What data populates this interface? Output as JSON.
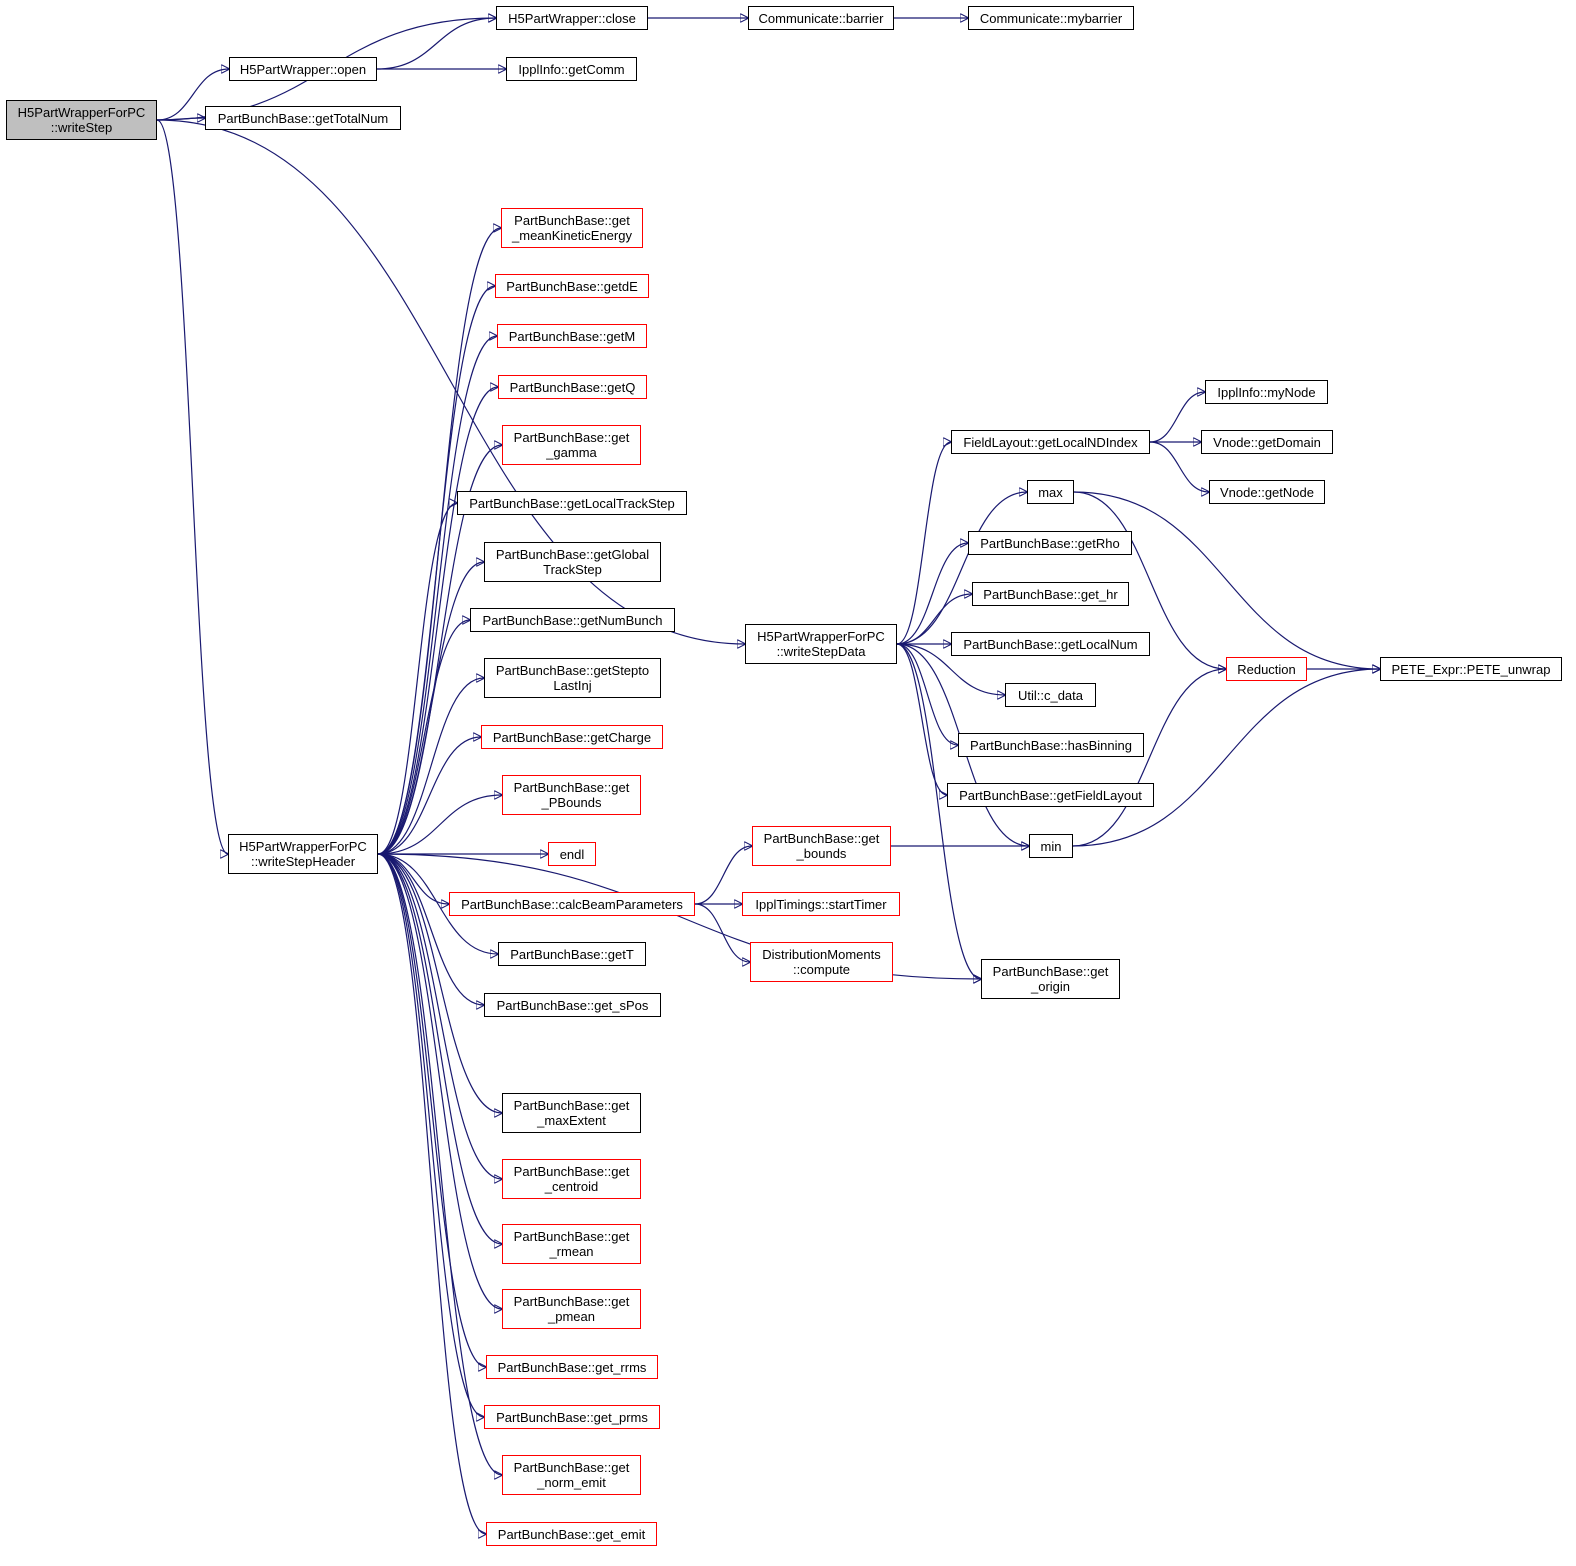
{
  "colors": {
    "edge": "#191970",
    "root_fill": "#bfbfbf",
    "node_border": "#000000",
    "incomplete_border": "#ff0000",
    "background": "#ffffff"
  },
  "nodes": {
    "root": {
      "lines": [
        "H5PartWrapperForPC",
        "::writeStep"
      ],
      "style": "root"
    },
    "h5_close": {
      "lines": [
        "H5PartWrapper::close"
      ],
      "style": "black"
    },
    "comm_barrier": {
      "lines": [
        "Communicate::barrier"
      ],
      "style": "black"
    },
    "comm_mybarrier": {
      "lines": [
        "Communicate::mybarrier"
      ],
      "style": "black"
    },
    "h5_open": {
      "lines": [
        "H5PartWrapper::open"
      ],
      "style": "black"
    },
    "ippl_getcomm": {
      "lines": [
        "IpplInfo::getComm"
      ],
      "style": "black"
    },
    "get_total_num": {
      "lines": [
        "PartBunchBase::getTotalNum"
      ],
      "style": "black"
    },
    "write_step_data": {
      "lines": [
        "H5PartWrapperForPC",
        "::writeStepData"
      ],
      "style": "black"
    },
    "write_step_header": {
      "lines": [
        "H5PartWrapperForPC",
        "::writeStepHeader"
      ],
      "style": "black"
    },
    "get_mke": {
      "lines": [
        "PartBunchBase::get",
        "_meanKineticEnergy"
      ],
      "style": "red"
    },
    "get_de": {
      "lines": [
        "PartBunchBase::getdE"
      ],
      "style": "red"
    },
    "get_m": {
      "lines": [
        "PartBunchBase::getM"
      ],
      "style": "red"
    },
    "get_q": {
      "lines": [
        "PartBunchBase::getQ"
      ],
      "style": "red"
    },
    "get_gamma": {
      "lines": [
        "PartBunchBase::get",
        "_gamma"
      ],
      "style": "red"
    },
    "get_local_track_step": {
      "lines": [
        "PartBunchBase::getLocalTrackStep"
      ],
      "style": "black"
    },
    "get_global_track_step": {
      "lines": [
        "PartBunchBase::getGlobal",
        "TrackStep"
      ],
      "style": "black"
    },
    "get_num_bunch": {
      "lines": [
        "PartBunchBase::getNumBunch"
      ],
      "style": "black"
    },
    "get_step_to_last_inj": {
      "lines": [
        "PartBunchBase::getStepto",
        "LastInj"
      ],
      "style": "black"
    },
    "get_charge": {
      "lines": [
        "PartBunchBase::getCharge"
      ],
      "style": "red"
    },
    "get_pbounds": {
      "lines": [
        "PartBunchBase::get",
        "_PBounds"
      ],
      "style": "red"
    },
    "endl": {
      "lines": [
        "endl"
      ],
      "style": "red"
    },
    "calc_beam_params": {
      "lines": [
        "PartBunchBase::calcBeamParameters"
      ],
      "style": "red"
    },
    "get_t": {
      "lines": [
        "PartBunchBase::getT"
      ],
      "style": "black"
    },
    "get_spos": {
      "lines": [
        "PartBunchBase::get_sPos"
      ],
      "style": "black"
    },
    "get_max_extent": {
      "lines": [
        "PartBunchBase::get",
        "_maxExtent"
      ],
      "style": "black"
    },
    "get_centroid": {
      "lines": [
        "PartBunchBase::get",
        "_centroid"
      ],
      "style": "red"
    },
    "get_rmean": {
      "lines": [
        "PartBunchBase::get",
        "_rmean"
      ],
      "style": "red"
    },
    "get_pmean": {
      "lines": [
        "PartBunchBase::get",
        "_pmean"
      ],
      "style": "red"
    },
    "get_rrms": {
      "lines": [
        "PartBunchBase::get_rrms"
      ],
      "style": "red"
    },
    "get_prms": {
      "lines": [
        "PartBunchBase::get_prms"
      ],
      "style": "red"
    },
    "get_norm_emit": {
      "lines": [
        "PartBunchBase::get",
        "_norm_emit"
      ],
      "style": "red"
    },
    "get_emit": {
      "lines": [
        "PartBunchBase::get_emit"
      ],
      "style": "red"
    },
    "get_bounds": {
      "lines": [
        "PartBunchBase::get",
        "_bounds"
      ],
      "style": "red"
    },
    "start_timer": {
      "lines": [
        "IpplTimings::startTimer"
      ],
      "style": "red"
    },
    "dist_moments": {
      "lines": [
        "DistributionMoments",
        "::compute"
      ],
      "style": "red"
    },
    "get_origin": {
      "lines": [
        "PartBunchBase::get",
        "_origin"
      ],
      "style": "black"
    },
    "get_local_nd_index": {
      "lines": [
        "FieldLayout::getLocalNDIndex"
      ],
      "style": "black"
    },
    "max": {
      "lines": [
        "max"
      ],
      "style": "black"
    },
    "get_rho": {
      "lines": [
        "PartBunchBase::getRho"
      ],
      "style": "black"
    },
    "get_hr": {
      "lines": [
        "PartBunchBase::get_hr"
      ],
      "style": "black"
    },
    "get_local_num": {
      "lines": [
        "PartBunchBase::getLocalNum"
      ],
      "style": "black"
    },
    "c_data": {
      "lines": [
        "Util::c_data"
      ],
      "style": "black"
    },
    "has_binning": {
      "lines": [
        "PartBunchBase::hasBinning"
      ],
      "style": "black"
    },
    "get_field_layout": {
      "lines": [
        "PartBunchBase::getFieldLayout"
      ],
      "style": "black"
    },
    "min": {
      "lines": [
        "min"
      ],
      "style": "black"
    },
    "my_node": {
      "lines": [
        "IpplInfo::myNode"
      ],
      "style": "black"
    },
    "get_domain": {
      "lines": [
        "Vnode::getDomain"
      ],
      "style": "black"
    },
    "get_node": {
      "lines": [
        "Vnode::getNode"
      ],
      "style": "black"
    },
    "reduction": {
      "lines": [
        "Reduction"
      ],
      "style": "red"
    },
    "pete_unwrap": {
      "lines": [
        "PETE_Expr::PETE_unwrap"
      ],
      "style": "black"
    }
  },
  "edges": [
    [
      "root",
      "h5_close"
    ],
    [
      "root",
      "h5_open"
    ],
    [
      "root",
      "get_total_num"
    ],
    [
      "root",
      "write_step_data"
    ],
    [
      "root",
      "write_step_header"
    ],
    [
      "h5_open",
      "h5_close"
    ],
    [
      "h5_open",
      "ippl_getcomm"
    ],
    [
      "h5_close",
      "comm_barrier"
    ],
    [
      "comm_barrier",
      "comm_mybarrier"
    ],
    [
      "write_step_header",
      "get_mke"
    ],
    [
      "write_step_header",
      "get_de"
    ],
    [
      "write_step_header",
      "get_m"
    ],
    [
      "write_step_header",
      "get_q"
    ],
    [
      "write_step_header",
      "get_gamma"
    ],
    [
      "write_step_header",
      "get_local_track_step"
    ],
    [
      "write_step_header",
      "get_global_track_step"
    ],
    [
      "write_step_header",
      "get_num_bunch"
    ],
    [
      "write_step_header",
      "get_step_to_last_inj"
    ],
    [
      "write_step_header",
      "get_charge"
    ],
    [
      "write_step_header",
      "get_pbounds"
    ],
    [
      "write_step_header",
      "endl"
    ],
    [
      "write_step_header",
      "calc_beam_params"
    ],
    [
      "write_step_header",
      "get_t"
    ],
    [
      "write_step_header",
      "get_spos"
    ],
    [
      "write_step_header",
      "get_origin"
    ],
    [
      "write_step_header",
      "get_max_extent"
    ],
    [
      "write_step_header",
      "get_centroid"
    ],
    [
      "write_step_header",
      "get_rmean"
    ],
    [
      "write_step_header",
      "get_pmean"
    ],
    [
      "write_step_header",
      "get_rrms"
    ],
    [
      "write_step_header",
      "get_prms"
    ],
    [
      "write_step_header",
      "get_norm_emit"
    ],
    [
      "write_step_header",
      "get_emit"
    ],
    [
      "calc_beam_params",
      "get_bounds"
    ],
    [
      "calc_beam_params",
      "start_timer"
    ],
    [
      "calc_beam_params",
      "dist_moments"
    ],
    [
      "get_bounds",
      "min"
    ],
    [
      "write_step_data",
      "get_local_nd_index"
    ],
    [
      "write_step_data",
      "max"
    ],
    [
      "write_step_data",
      "get_rho"
    ],
    [
      "write_step_data",
      "get_hr"
    ],
    [
      "write_step_data",
      "get_local_num"
    ],
    [
      "write_step_data",
      "c_data"
    ],
    [
      "write_step_data",
      "has_binning"
    ],
    [
      "write_step_data",
      "get_field_layout"
    ],
    [
      "write_step_data",
      "min"
    ],
    [
      "write_step_data",
      "get_origin"
    ],
    [
      "get_local_nd_index",
      "my_node"
    ],
    [
      "get_local_nd_index",
      "get_domain"
    ],
    [
      "get_local_nd_index",
      "get_node"
    ],
    [
      "max",
      "reduction"
    ],
    [
      "max",
      "pete_unwrap"
    ],
    [
      "min",
      "reduction"
    ],
    [
      "min",
      "pete_unwrap"
    ],
    [
      "reduction",
      "pete_unwrap"
    ]
  ]
}
